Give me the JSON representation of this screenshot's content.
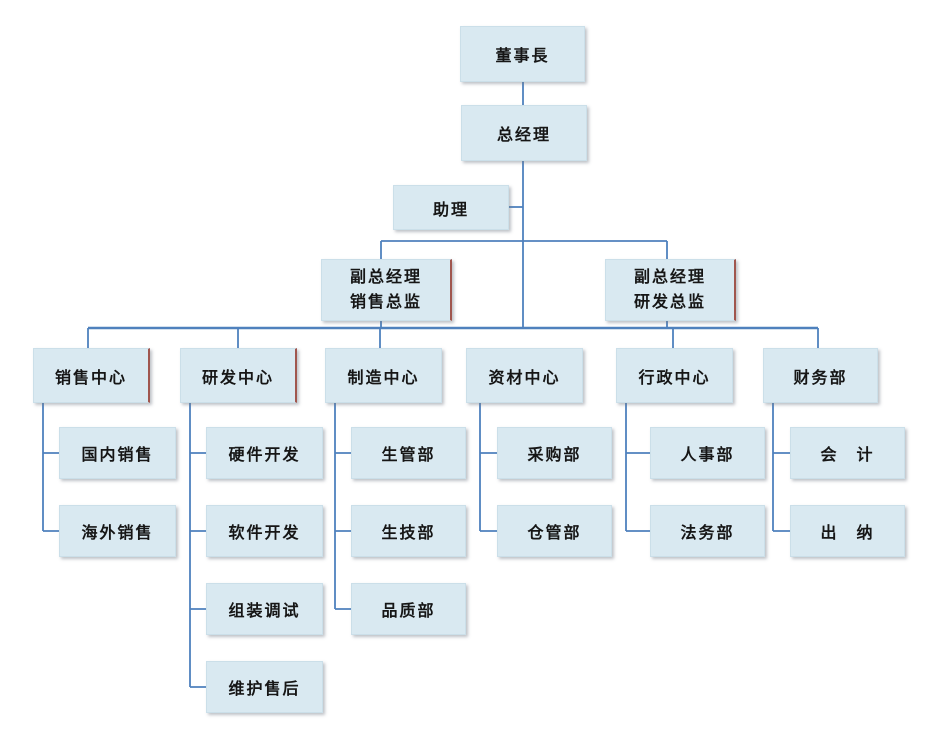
{
  "org_chart": {
    "type": "org-chart",
    "chairman": {
      "label": "董事長"
    },
    "general_manager": {
      "label": "总经理"
    },
    "assistant": {
      "label": "助理"
    },
    "vp_sales": {
      "line1": "副总经理",
      "line2": "销售总监"
    },
    "vp_rnd": {
      "line1": "副总经理",
      "line2": "研发总监"
    },
    "centers": [
      {
        "label": "销售中心",
        "children": [
          "国内销售",
          "海外销售"
        ]
      },
      {
        "label": "研发中心",
        "children": [
          "硬件开发",
          "软件开发",
          "组装调试",
          "维护售后"
        ]
      },
      {
        "label": "制造中心",
        "children": [
          "生管部",
          "生技部",
          "品质部"
        ]
      },
      {
        "label": "资材中心",
        "children": [
          "采购部",
          "仓管部"
        ]
      },
      {
        "label": "行政中心",
        "children": [
          "人事部",
          "法务部"
        ]
      },
      {
        "label": "财务部",
        "children": [
          "会　计",
          "出　纳"
        ]
      }
    ],
    "colors": {
      "box_fill": "#d9e9f1",
      "box_border": "#cbdfe9",
      "connector": "#4f81bd",
      "accent_edge": "#a0564e",
      "text": "#161616"
    }
  }
}
